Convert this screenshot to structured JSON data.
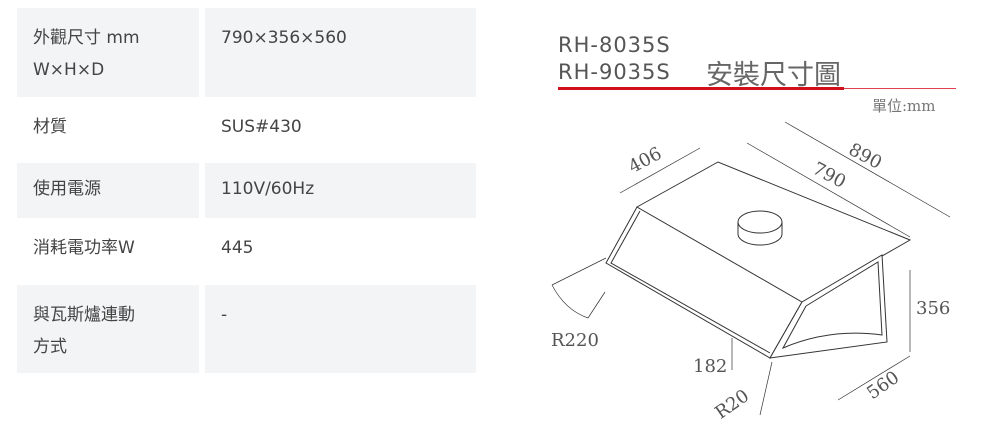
{
  "specs": [
    {
      "label": "外觀尺寸 mm",
      "label2": "W×H×D",
      "value": "790×356×560"
    },
    {
      "label": "材質",
      "value": "SUS#430"
    },
    {
      "label": "使用電源",
      "value": "110V/60Hz"
    },
    {
      "label": "消耗電功率W",
      "value": "445"
    },
    {
      "label": "與瓦斯爐連動",
      "label2": "方式",
      "value": "-"
    }
  ],
  "diagram": {
    "model1": "RH-8035S",
    "model2": "RH-9035S",
    "title": "安裝尺寸圖",
    "unit": "單位:mm",
    "dims": {
      "d890": "890",
      "d790": "790",
      "d406": "406",
      "d356": "356",
      "d182": "182",
      "d560": "560",
      "r220": "R220",
      "r20": "R20"
    },
    "accent": "#d0101b"
  }
}
